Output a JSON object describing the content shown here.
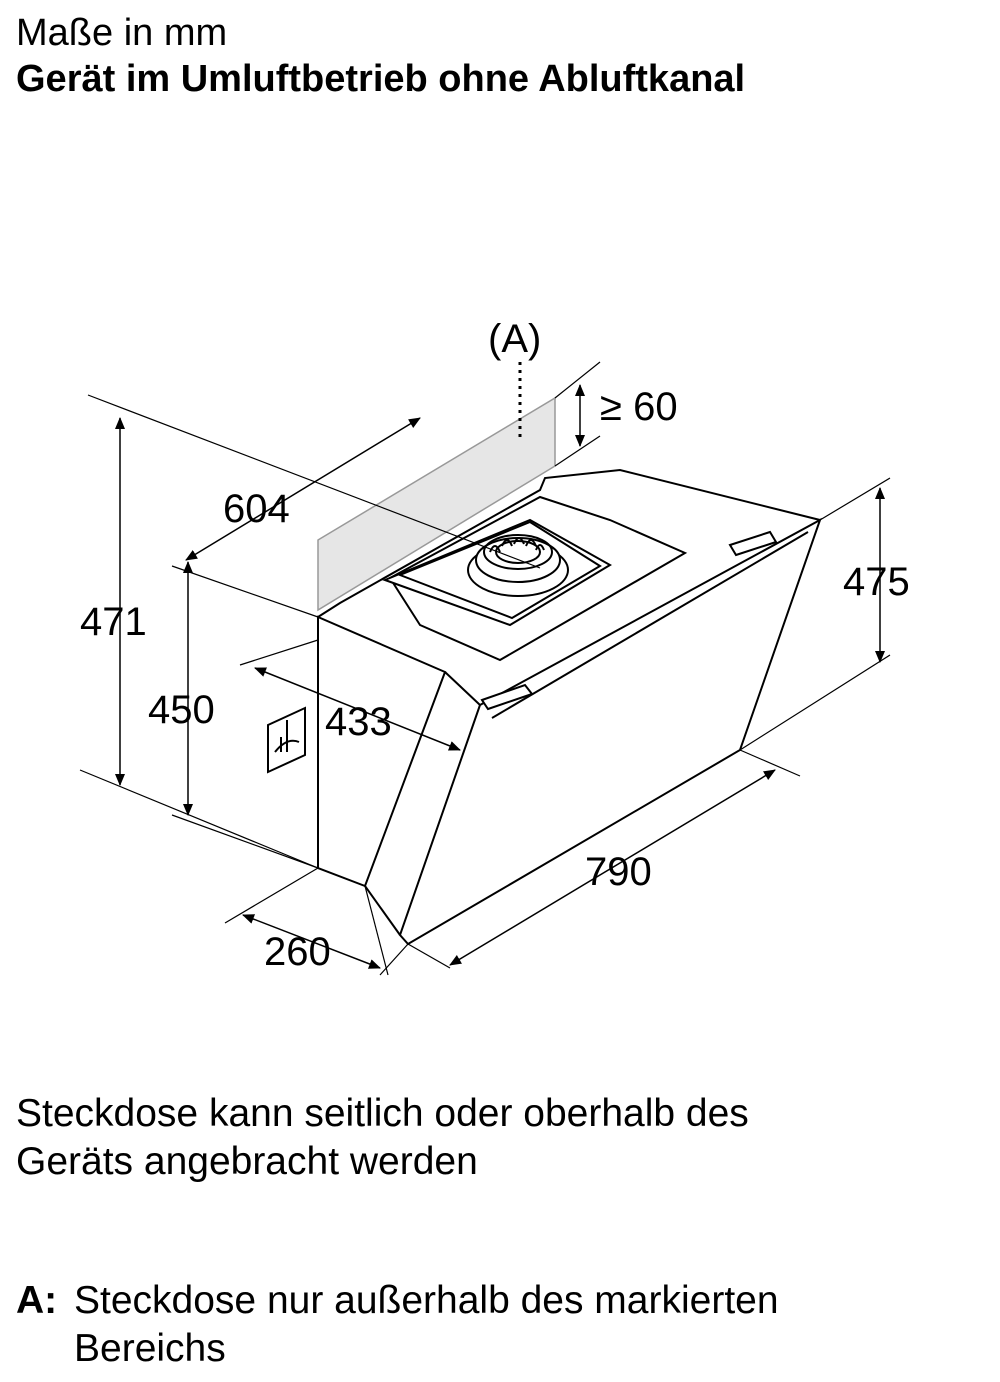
{
  "header": {
    "units": "Maße in mm",
    "title": "Gerät im Umluftbetrieb ohne Abluftkanal"
  },
  "diagram": {
    "label_a": "(A)",
    "dimensions": {
      "min_clearance": "≥ 60",
      "width": "604",
      "height_total": "471",
      "height_body": "450",
      "depth_top": "433",
      "depth_bottom": "260",
      "length_front": "790",
      "height_front": "475"
    },
    "icons": [
      "socket-icon",
      "fan-icon"
    ]
  },
  "notes": {
    "socket_line1": "Steckdose kann seitlich oder oberhalb des",
    "socket_line2": "Geräts angebracht werden",
    "a_key": "A:",
    "a_line1": "Steckdose nur außerhalb des markierten",
    "a_line2": "Bereichs"
  }
}
